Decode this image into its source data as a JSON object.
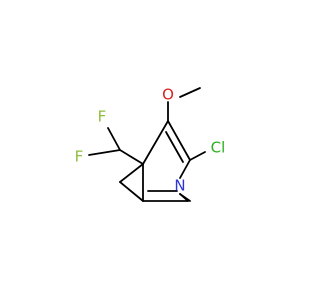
{
  "molecule": {
    "atoms": {
      "F_top": {
        "label": "F",
        "color": "#8fbe3b"
      },
      "F_left": {
        "label": "F",
        "color": "#8fbe3b"
      },
      "O": {
        "label": "O",
        "color": "#d8231f"
      },
      "Cl": {
        "label": "Cl",
        "color": "#2bb11f"
      },
      "N": {
        "label": "N",
        "color": "#2d35d9"
      }
    },
    "bond_color": "#000000",
    "background": "#ffffff"
  }
}
